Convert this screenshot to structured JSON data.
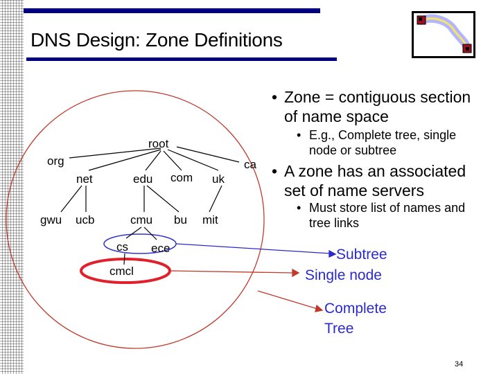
{
  "title": "DNS Design: Zone Definitions",
  "tree": {
    "root": "root",
    "tld": [
      "org",
      "net",
      "edu",
      "com",
      "uk",
      "ca"
    ],
    "second_level": [
      "gwu",
      "ucb",
      "cmu",
      "bu",
      "mit"
    ],
    "third_level": [
      "cs",
      "ece"
    ],
    "fourth_level": [
      "cmcl"
    ]
  },
  "bullets": [
    {
      "text_line1": "Zone = contiguous section",
      "text_line2": "of name space"
    },
    {
      "text_line1": "E.g., Complete tree, single",
      "text_line2": "node or subtree"
    },
    {
      "text_line1": "A zone has an associated",
      "text_line2": "set of name servers"
    },
    {
      "text_line1": "Must store list of names and",
      "text_line2": "tree links"
    }
  ],
  "annotations": {
    "subtree": "Subtree",
    "single_node": "Single node",
    "complete_line1": "Complete",
    "complete_line2": "Tree"
  },
  "colors": {
    "accent": "#000080",
    "subtree_ellipse": "#3333cc",
    "single_node_ellipse": "#e0202a",
    "annotation_text": "#2a2acc"
  },
  "page_number": "34"
}
